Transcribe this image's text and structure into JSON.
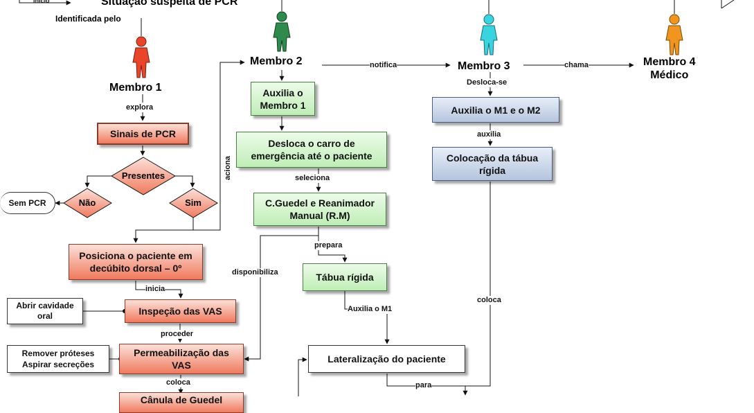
{
  "header": {
    "inicio": "Início",
    "situacao": "Situação suspeita de PCR",
    "identificada": "Identificada pelo"
  },
  "members": {
    "m1": "Membro 1",
    "m2": "Membro 2",
    "m3": "Membro 3",
    "m4_line1": "Membro 4",
    "m4_line2": "Médico"
  },
  "member_colors": {
    "m1": "#e8452a",
    "m2": "#2f8a4e",
    "m3": "#3ad3e0",
    "m4": "#f0961e"
  },
  "labels": {
    "explora": "explora",
    "aciona": "aciona",
    "notifica": "notifica",
    "chama": "chama",
    "desloca_se": "Desloca-se",
    "auxilia": "auxilia",
    "seleciona": "seleciona",
    "prepara": "prepara",
    "disponibiliza": "disponibiliza",
    "auxilia_m1": "Auxilia o M1",
    "coloca_right": "coloca",
    "inicia": "inicia",
    "proceder": "proceder",
    "coloca_bottom": "coloca",
    "para": "para"
  },
  "boxes": {
    "sinais": "Sinais de PCR",
    "presentes": "Presentes",
    "nao": "Não",
    "sim": "Sim",
    "sem_pcr": "Sem PCR",
    "posiciona_1": "Posiciona o paciente em",
    "posiciona_2": "decúbito dorsal – 0º",
    "inspecao": "Inspeção das VAS",
    "abrir_1": "Abrir cavidade",
    "abrir_2": "oral",
    "permeab_1": "Permeabilização das",
    "permeab_2": "VAS",
    "remover_1": "Remover próteses",
    "remover_2": "Aspirar secreções",
    "bottom_partial": "Cânula de Guedel",
    "auxilia_m1_1": "Auxilia o",
    "auxilia_m1_2": "Membro 1",
    "desloca_1": "Desloca o carro de",
    "desloca_2": "emergência até o paciente",
    "guedel_1": "C.Guedel e Reanimador",
    "guedel_2": "Manual (R.M)",
    "tabua": "Tábua rígida",
    "lateral": "Lateralização do paciente",
    "aux_m1m2": "Auxilia o M1 e o M2",
    "coloc_tab_1": "Colocação da tábua",
    "coloc_tab_2": "rígida"
  }
}
